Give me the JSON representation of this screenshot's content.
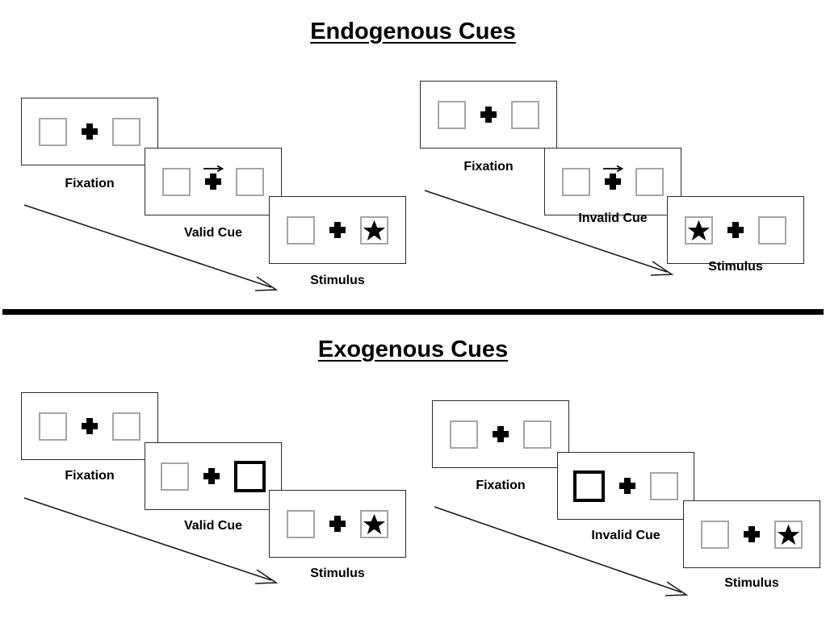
{
  "page": {
    "background": "#ffffff",
    "frame_border_color": "#2b2b2b",
    "box_border_color": "#a6a6a6",
    "cued_box_border_color": "#000000",
    "accent_color": "#000000"
  },
  "sections": [
    {
      "id": "endogenous",
      "title": "Endogenous Cues",
      "sequences": [
        {
          "id": "endogenous-valid",
          "panels": [
            {
              "caption": "Fixation",
              "left_content": "empty",
              "right_content": "empty",
              "cue": "none",
              "left_cued": false,
              "right_cued": false
            },
            {
              "caption": "Valid Cue",
              "left_content": "empty",
              "right_content": "empty",
              "cue": "arrow-right",
              "left_cued": false,
              "right_cued": false
            },
            {
              "caption": "Stimulus",
              "left_content": "empty",
              "right_content": "star",
              "cue": "none",
              "left_cued": false,
              "right_cued": false
            }
          ]
        },
        {
          "id": "endogenous-invalid",
          "panels": [
            {
              "caption": "Fixation",
              "left_content": "empty",
              "right_content": "empty",
              "cue": "none",
              "left_cued": false,
              "right_cued": false
            },
            {
              "caption": "Invalid Cue",
              "left_content": "empty",
              "right_content": "empty",
              "cue": "arrow-right",
              "left_cued": false,
              "right_cued": false
            },
            {
              "caption": "Stimulus",
              "left_content": "star",
              "right_content": "empty",
              "cue": "none",
              "left_cued": false,
              "right_cued": false
            }
          ]
        }
      ]
    },
    {
      "id": "exogenous",
      "title": "Exogenous Cues",
      "sequences": [
        {
          "id": "exogenous-valid",
          "panels": [
            {
              "caption": "Fixation",
              "left_content": "empty",
              "right_content": "empty",
              "cue": "none",
              "left_cued": false,
              "right_cued": false
            },
            {
              "caption": "Valid Cue",
              "left_content": "empty",
              "right_content": "empty",
              "cue": "box-flash-right",
              "left_cued": false,
              "right_cued": true
            },
            {
              "caption": "Stimulus",
              "left_content": "empty",
              "right_content": "star",
              "cue": "none",
              "left_cued": false,
              "right_cued": false
            }
          ]
        },
        {
          "id": "exogenous-invalid",
          "panels": [
            {
              "caption": "Fixation",
              "left_content": "empty",
              "right_content": "empty",
              "cue": "none",
              "left_cued": false,
              "right_cued": false
            },
            {
              "caption": "Invalid Cue",
              "left_content": "empty",
              "right_content": "empty",
              "cue": "box-flash-left",
              "left_cued": true,
              "right_cued": false
            },
            {
              "caption": "Stimulus",
              "left_content": "empty",
              "right_content": "star",
              "cue": "none",
              "left_cued": false,
              "right_cued": false
            }
          ]
        }
      ]
    }
  ],
  "captions": {
    "fixation": "Fixation",
    "valid_cue": "Valid Cue",
    "invalid_cue": "Invalid Cue",
    "stimulus": "Stimulus"
  },
  "icons": {
    "fixation_cross": "plus-icon",
    "cue_arrow": "arrow-right-icon",
    "target": "star-icon",
    "time_flow": "time-arrow-icon",
    "section_divider": "horizontal-rule-icon"
  }
}
